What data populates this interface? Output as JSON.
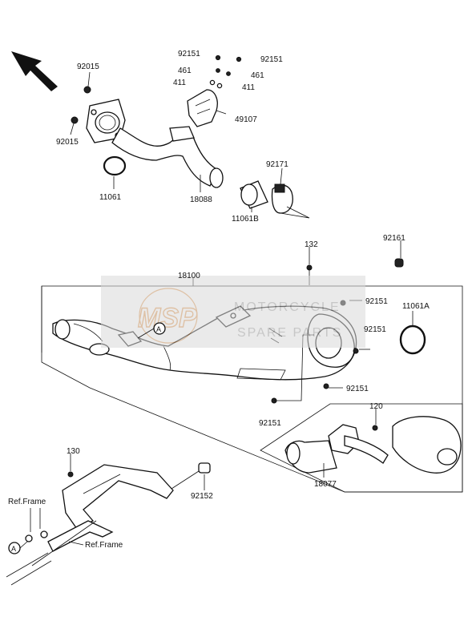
{
  "watermark": {
    "logo": "MSP",
    "line1": "MOTORCYCLE",
    "line2": "SPARE PARTS"
  },
  "parts": {
    "p92015a": "92015",
    "p92015b": "92015",
    "p11061": "11061",
    "p18088": "18088",
    "p92151a": "92151",
    "p92151b": "92151",
    "p461a": "461",
    "p461b": "461",
    "p411a": "411",
    "p411b": "411",
    "p49107": "49107",
    "p92171": "92171",
    "p11061B": "11061B",
    "p132": "132",
    "p92161": "92161",
    "p18100": "18100",
    "p92151c": "92151",
    "p11061A": "11061A",
    "p92151d": "92151",
    "p92151e": "92151",
    "p92151f": "92151",
    "p120": "120",
    "p18077": "18077",
    "p130": "130",
    "p92152": "92152"
  },
  "refs": {
    "ref_frame_a": "Ref.Frame",
    "ref_frame_b": "Ref.Frame",
    "marker_a1": "A",
    "marker_a2": "A"
  },
  "colors": {
    "line": "#111111",
    "watermark_logo": "#c4905d",
    "watermark_text": "#9a9a9a"
  },
  "icons": [
    "front-direction-arrow-icon"
  ]
}
